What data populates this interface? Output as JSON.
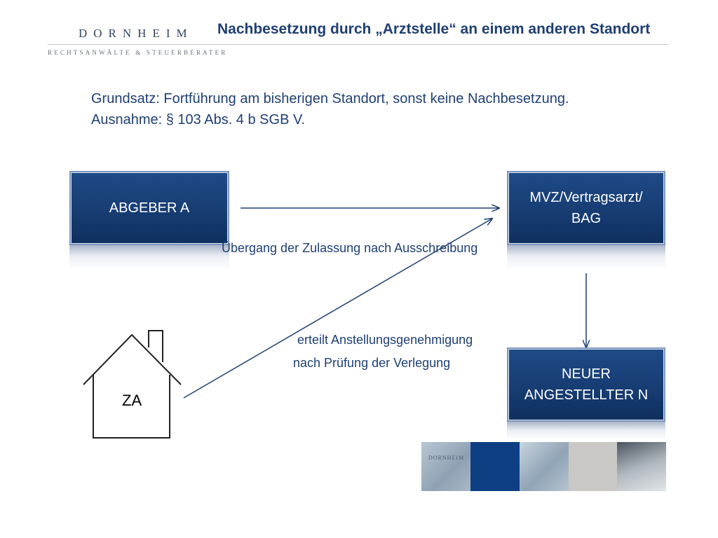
{
  "header": {
    "logo_name": "DORNHEIM",
    "logo_sub": "RECHTSANWÄLTE & STEUERBERATER",
    "title": "Nachbesetzung durch „Arztstelle“ an einem anderen Standort"
  },
  "intro": {
    "line1": "Grundsatz: Fortführung am bisherigen Standort, sonst keine Nachbesetzung.",
    "line2": "Ausnahme: § 103 Abs. 4 b SGB V."
  },
  "diagram": {
    "box_abgeber": "ABGEBER A",
    "box_mvz_line1": "MVZ/Vertragsarzt/",
    "box_mvz_line2": "BAG",
    "box_neu_line1": "NEUER",
    "box_neu_line2": "ANGESTELLTER N",
    "house_label": "ZA",
    "label_uebergang": "Übergang der Zulassung nach Ausschreibung",
    "label_genehmigung": "erteilt Anstellungsgenehmigung",
    "label_pruefung": "nach Prüfung der Verlegung"
  },
  "colors": {
    "title": "#1f3f73",
    "box_fill": "#173d73",
    "box_border": "#7a96bf",
    "arrow": "#1f3f73"
  },
  "strip": {
    "logo_text": "DORNHEIM"
  }
}
